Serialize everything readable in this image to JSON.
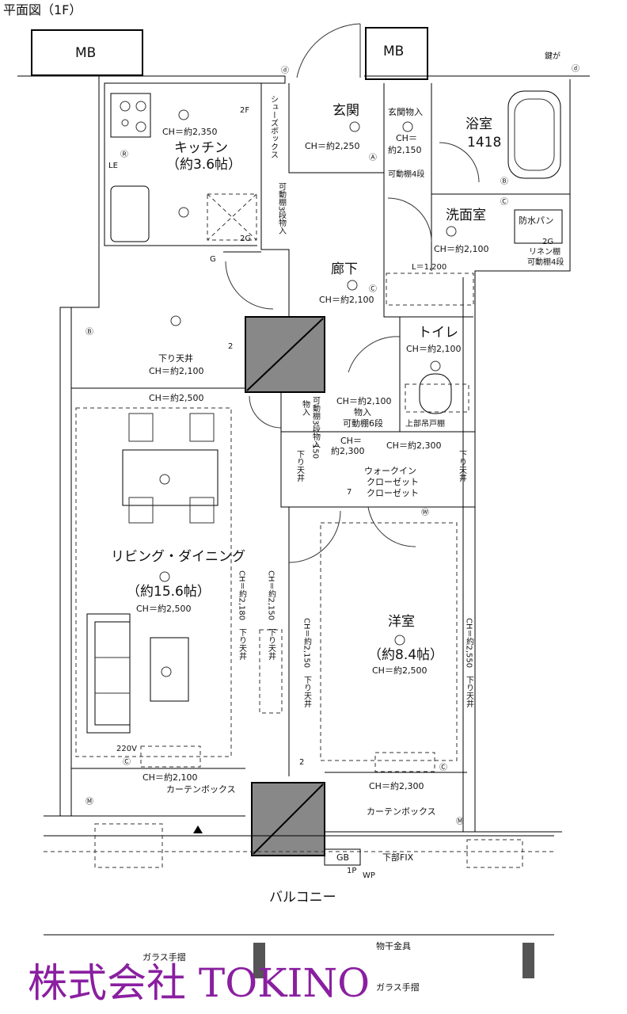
{
  "title": "平面図（1F）",
  "rooms": {
    "mb_left": "MB",
    "mb_right": "MB",
    "kitchen": "キッチン",
    "kitchen_size": "（約3.6帖）",
    "kitchen_ch": "CH＝約2,350",
    "genkan": "玄関",
    "genkan_ch": "CH＝約2,250",
    "genkan_storage": "玄関物入",
    "genkan_storage_ch1": "CH＝",
    "genkan_storage_ch2": "約2,150",
    "genkan_shelf": "可動棚4段",
    "bath": "浴室",
    "bath_size": "1418",
    "shoes_box": "シューズボックス",
    "storage_small": "可動棚3段物入",
    "senmen": "洗面室",
    "senmen_ch": "CH＝約2,100",
    "bouhan": "防水パン",
    "linen1": "リネン棚",
    "linen2": "可動棚4段",
    "rouka": "廊下",
    "rouka_ch": "CH＝約2,100",
    "toilet": "トイレ",
    "toilet_ch": "CH＝約2,100",
    "toilet_upper": "上部吊戸棚",
    "l_1200": "L＝1,200",
    "storage6_ch": "CH＝約2,100",
    "storage6_1": "物入",
    "storage6_2": "可動棚6段",
    "storage_v": "可動棚3段物入",
    "storage_v2": "物入",
    "wic_ch_left1": "CH＝",
    "wic_ch_left2": "約2,300",
    "wic_ch_right": "CH＝約2,300",
    "wic1": "ウォークイン",
    "wic2": "クローゼット",
    "wic3": "クローゼット",
    "wic_side": "下り天井",
    "wic_150": "150",
    "living_drop": "下り天井",
    "living_drop_ch": "CH＝約2,100",
    "living_ch_top": "CH＝約2,500",
    "living": "リビング・ダイニング",
    "living_size": "（約15.6帖）",
    "living_ch": "CH＝約2,500",
    "living_v1": "CH＝約2,180　下り天井",
    "living_v2": "CH＝約2,150　下り天井",
    "youshitsu": "洋室",
    "youshitsu_size": "（約8.4帖）",
    "youshitsu_ch": "CH＝約2,500",
    "yous_v1": "CH＝約2,150　下り天井",
    "yous_v2": "CH＝約2,550　下り天井",
    "v220": "220V",
    "living_bottom_ch": "CH＝約2,100",
    "curtain_l": "カーテンボックス",
    "yous_bottom_ch": "CH＝約2,300",
    "curtain_r": "カーテンボックス",
    "balcony": "バルコニー",
    "gb": "GB",
    "wp": "WP",
    "fix": "下部FIX",
    "futon": "物干金具",
    "glass1": "ガラス手摺",
    "glass2": "ガラス手摺",
    "kagi": "鍵が"
  },
  "markers": {
    "d": "ⓓ",
    "a": "Ⓐ",
    "b": "Ⓑ",
    "c": "Ⓒ",
    "g": "G",
    "m": "Ⓜ",
    "w": "Ⓦ",
    "r": "Ⓡ",
    "le": "LE",
    "twoF": "2F",
    "twoG": "2G",
    "two": "2",
    "seven": "7",
    "one_p": "1P"
  },
  "watermark": "株式会社 TOKINO",
  "colors": {
    "wall": "#000000",
    "column": "#888888",
    "watermark": "#8a1fa0"
  }
}
